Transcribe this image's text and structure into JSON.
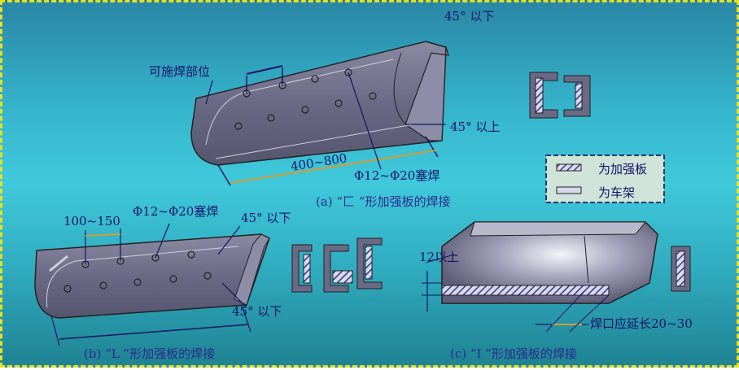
{
  "panel_a": {
    "caption": "(a) “匚 ”形加强板的焊接",
    "labels": {
      "weldable": "可施焊部位",
      "angle_top": "45° 以下",
      "angle_bottom": "45° 以上",
      "length": "400~800",
      "plug_weld": "Φ12~Φ20塞焊"
    }
  },
  "panel_b": {
    "caption": "(b) “L ”形加强板的焊接",
    "labels": {
      "spacing": "100~150",
      "plug_weld": "Φ12~Φ20塞焊",
      "angle_top": "45° 以下",
      "angle_bottom": "45° 以下"
    }
  },
  "panel_c": {
    "caption": "(c) “I ”形加强板的焊接",
    "labels": {
      "height": "12以上",
      "extend": "焊口应延长20~30"
    }
  },
  "legend": {
    "items": [
      {
        "label": "为加强板",
        "pattern": "hatched"
      },
      {
        "label": "为车架",
        "pattern": "plain"
      }
    ]
  },
  "colors": {
    "text": "#14146a",
    "dimension": "#d89a30",
    "border": "#e8e020",
    "legend_bg": "#cfe3d8"
  }
}
